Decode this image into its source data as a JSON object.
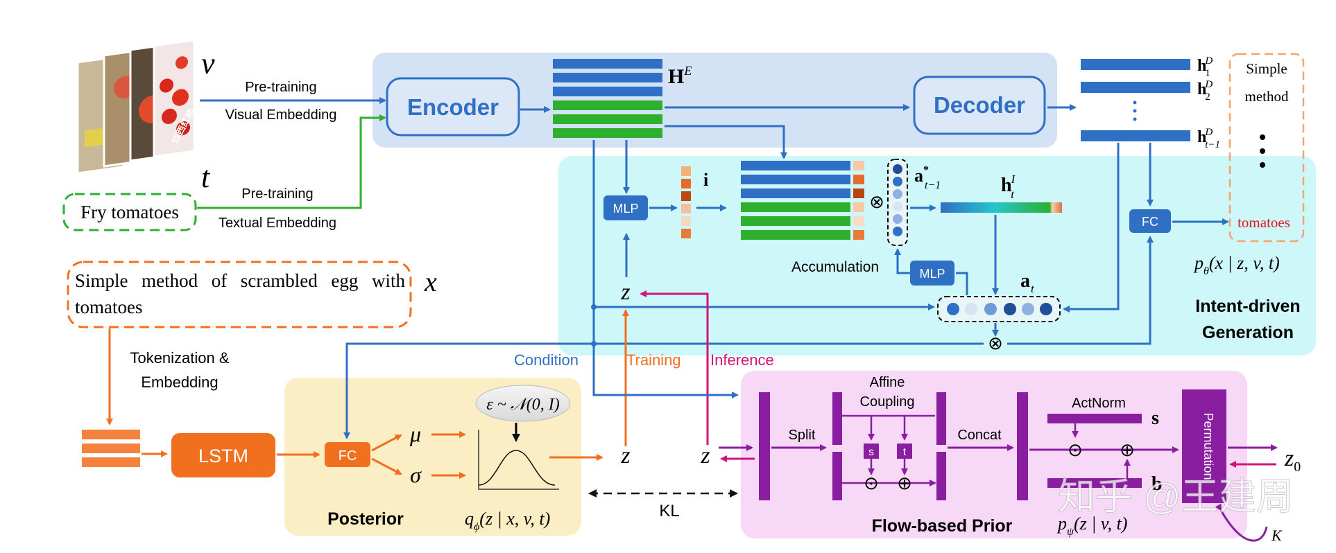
{
  "inputs": {
    "video_symbol": "v",
    "video_arrow_top": "Pre-training",
    "video_arrow_bottom": "Visual Embedding",
    "text_symbol": "t",
    "text_query": "Fry tomatoes",
    "text_arrow_top": "Pre-training",
    "text_arrow_bottom": "Textual Embedding",
    "thumb_caption": "炒西红柿",
    "target_text": "Simple  method  of  scrambled  egg with tomatoes",
    "target_symbol": "x"
  },
  "encoder": {
    "label": "Encoder",
    "output_label": "H",
    "output_sup": "E"
  },
  "decoder": {
    "label": "Decoder",
    "h1": "h",
    "h1_sup": "D",
    "h1_sub": "1",
    "h2": "h",
    "h2_sup": "D",
    "h2_sub": "2",
    "ht": "h",
    "ht_sup": "D",
    "ht_sub": "t−1"
  },
  "output_words": {
    "w1": "Simple",
    "w2": "method",
    "w_last": "tomatoes"
  },
  "generation": {
    "title_line1": "Intent-driven",
    "title_line2": "Generation",
    "mlp1": "MLP",
    "mlp2": "MLP",
    "fc": "FC",
    "i_label": "i",
    "a_prev": "a",
    "a_prev_sup": "*",
    "a_prev_sub": "t−1",
    "hI": "h",
    "hI_sup": "I",
    "hI_sub": "t",
    "at": "a",
    "at_sub": "t",
    "accumulation": "Accumulation",
    "z": "z",
    "p_theta": "p",
    "p_theta_sub": "θ",
    "p_theta_args": "(x | z, v, t)"
  },
  "legend": {
    "condition": "Condition",
    "training": "Training",
    "inference": "Inference"
  },
  "posterior": {
    "tokenization_line1": "Tokenization &",
    "tokenization_line2": "Embedding",
    "lstm": "LSTM",
    "fc": "FC",
    "mu": "μ",
    "sigma": "σ",
    "noise": "ε ~ 𝒩(0, I)",
    "z": "z",
    "title": "Posterior",
    "q": "q",
    "q_sub": "ϕ",
    "q_args": "(z | x, v, t)"
  },
  "kl": "KL",
  "prior": {
    "z_in": "z",
    "split": "Split",
    "affine_line1": "Affine",
    "affine_line2": "Coupling",
    "s_box": "s",
    "t_box": "t",
    "concat": "Concat",
    "actnorm": "ActNorm",
    "s_param": "s",
    "b_param": "b",
    "permutation": "Permutation",
    "z0": "z",
    "z0_sub": "0",
    "title": "Flow-based Prior",
    "p": "p",
    "p_sub": "ψ",
    "p_args": "(z | v, t)",
    "K": "K"
  },
  "watermark": "知乎 @王建周",
  "colors": {
    "blue": "#2f6fc4",
    "green": "#2eaf2e",
    "orange": "#f07020",
    "purple": "#8a1ea0",
    "magenta": "#d0157a",
    "encoder_panel": "#d4e2f6",
    "generation_panel": "#cdf7f9",
    "posterior_panel": "#fbeec4",
    "prior_panel": "#f7d8f7"
  }
}
